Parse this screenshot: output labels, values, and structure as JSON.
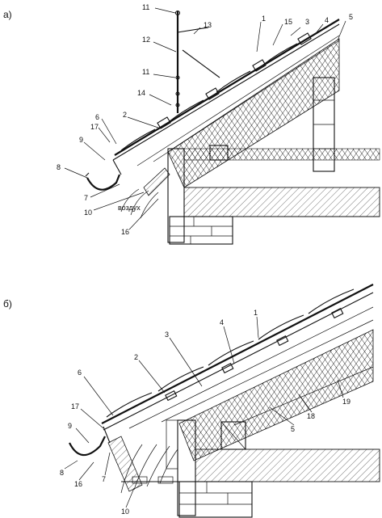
{
  "panels": [
    {
      "id": "a",
      "label": "а)",
      "air_label": "воздух",
      "callouts": [
        "11",
        "13",
        "1",
        "15",
        "3",
        "4",
        "5",
        "12",
        "11",
        "14",
        "2",
        "6",
        "17",
        "9",
        "8",
        "7",
        "10",
        "16"
      ]
    },
    {
      "id": "b",
      "label": "б)",
      "callouts": [
        "1",
        "4",
        "3",
        "2",
        "6",
        "19",
        "18",
        "5",
        "17",
        "9",
        "8",
        "16",
        "7",
        "10"
      ]
    }
  ]
}
